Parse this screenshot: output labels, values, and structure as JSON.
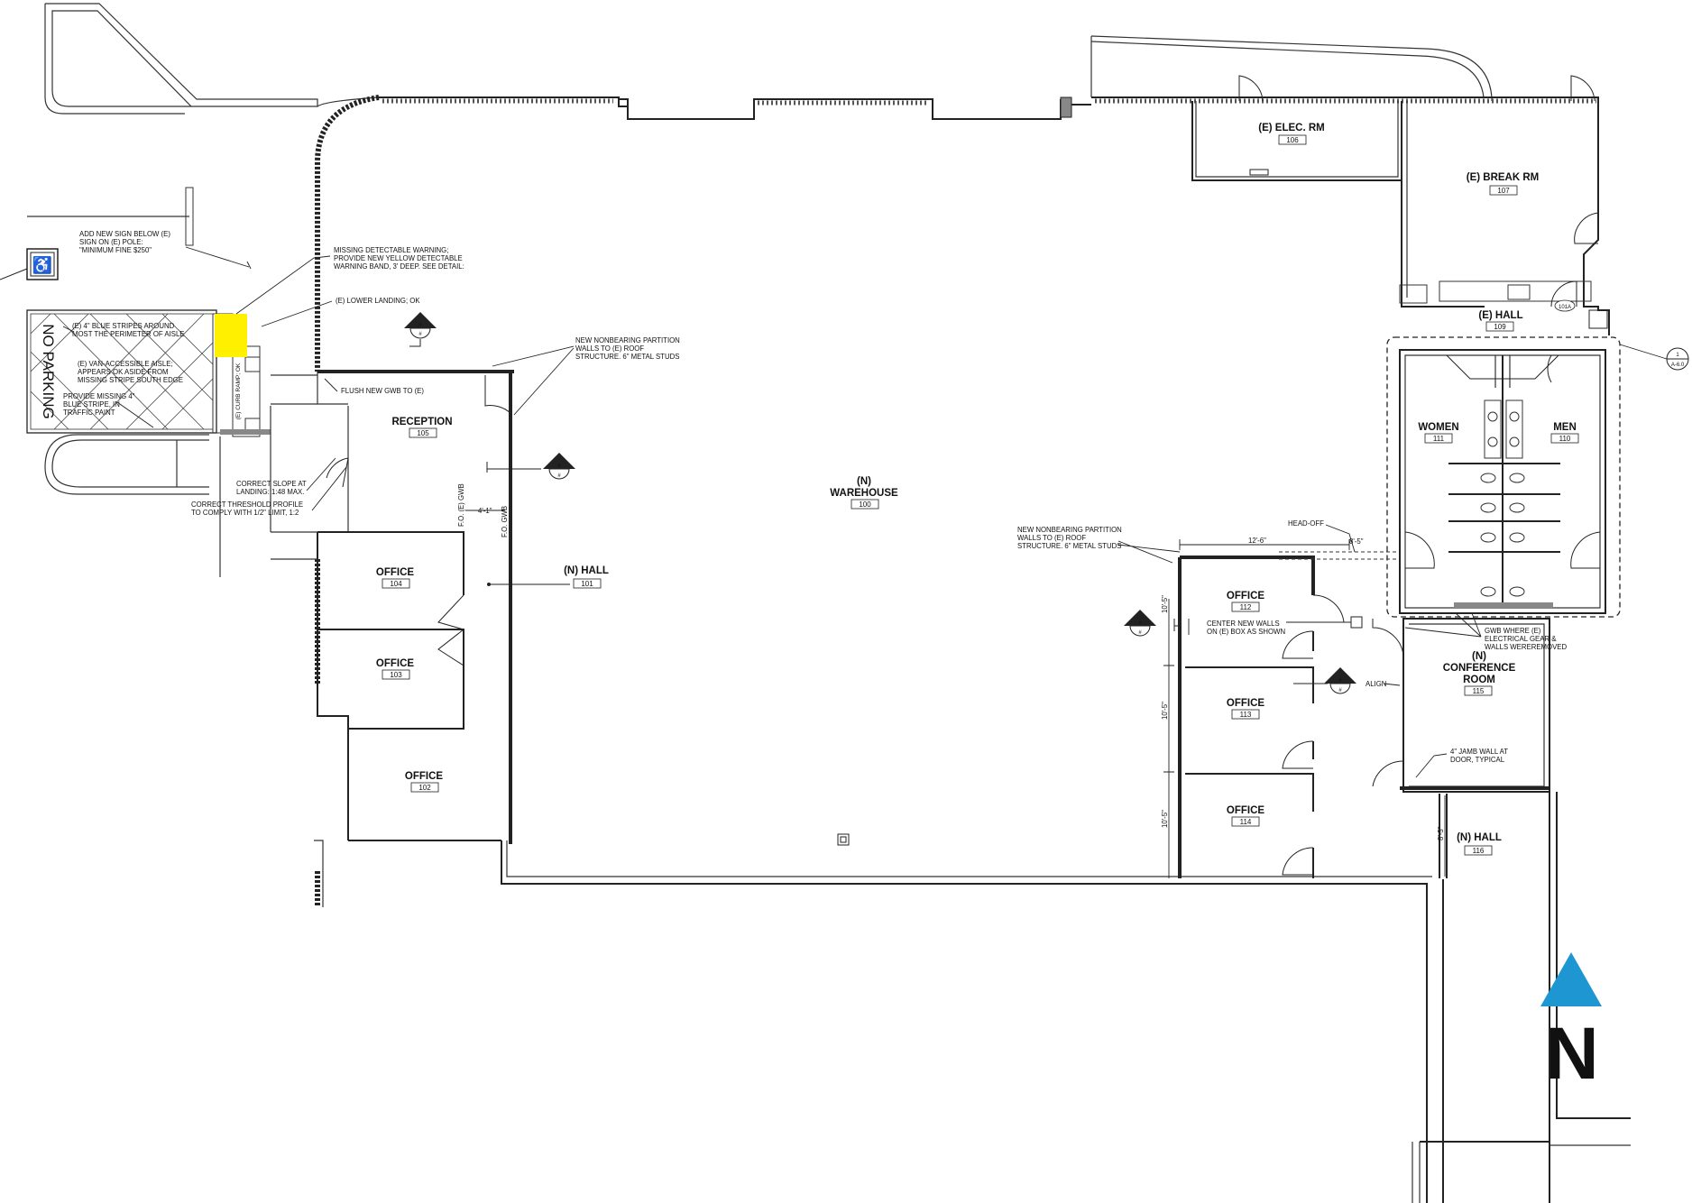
{
  "rooms": [
    {
      "name": "(N)",
      "name2": "WAREHOUSE",
      "num": "100"
    },
    {
      "name": "(N) HALL",
      "num": "101"
    },
    {
      "name": "OFFICE",
      "num": "102"
    },
    {
      "name": "OFFICE",
      "num": "103"
    },
    {
      "name": "OFFICE",
      "num": "104"
    },
    {
      "name": "RECEPTION",
      "num": "105"
    },
    {
      "name": "(E) ELEC. RM",
      "num": "106"
    },
    {
      "name": "(E) BREAK RM",
      "num": "107"
    },
    {
      "name": "(E) HALL",
      "num": "109"
    },
    {
      "name": "MEN",
      "num": "110"
    },
    {
      "name": "WOMEN",
      "num": "111"
    },
    {
      "name": "OFFICE",
      "num": "112"
    },
    {
      "name": "OFFICE",
      "num": "113"
    },
    {
      "name": "OFFICE",
      "num": "114"
    },
    {
      "name": "(N)",
      "name2": "CONFERENCE",
      "name3": "ROOM",
      "num": "115"
    },
    {
      "name": "(N) HALL",
      "num": "116"
    }
  ],
  "notes": {
    "sign": [
      "ADD NEW SIGN BELOW (E)",
      "SIGN ON (E) POLE:",
      "\"MINIMUM FINE $250\""
    ],
    "detectable": [
      "MISSING DETECTABLE WARNING;",
      "PROVIDE NEW YELLOW DETECTABLE",
      "WARNING BAND, 3' DEEP. SEE DETAIL:"
    ],
    "landing": [
      "(E) LOWER LANDING; OK"
    ],
    "stripes": [
      "(E) 4\" BLUE STRIPES AROUND",
      "MOST THE PERIMETER OF AISLE"
    ],
    "aisle": [
      "(E) VAN-ACCESSIBLE AISLE;",
      "APPEARS OK ASIDE FROM",
      "MISSING STRIPE SOUTH EDGE"
    ],
    "provide": [
      "PROVIDE MISSING 4\"",
      "BLUE STRIPE, IN",
      "TRAFFIC PAINT"
    ],
    "partition_a": [
      "NEW NONBEARING PARTITION",
      "WALLS TO (E) ROOF",
      "STRUCTURE. 6\" METAL STUDS"
    ],
    "flush": [
      "FLUSH NEW GWB TO (E)"
    ],
    "slope": [
      "CORRECT SLOPE AT",
      "LANDING: 1:48 MAX."
    ],
    "threshold": [
      "CORRECT THRESHOLD PROFILE",
      "TO COMPLY WITH 1/2\" LIMIT, 1:2"
    ],
    "partition_b": [
      "NEW NONBEARING PARTITION",
      "WALLS TO (E) ROOF",
      "STRUCTURE. 6\" METAL STUDS"
    ],
    "headoff": [
      "HEAD-OFF"
    ],
    "center": [
      "CENTER NEW WALLS",
      "ON (E) BOX AS SHOWN"
    ],
    "align": [
      "ALIGN"
    ],
    "gwb": [
      "GWB WHERE (E)",
      "ELECTRICAL GEAR &",
      "WALLS WEREREMOVED"
    ],
    "jamb": [
      "4\" JAMB WALL AT",
      "DOOR, TYPICAL"
    ]
  },
  "labels": {
    "no_parking": "NO PARKING",
    "curb_ramp": "(E) CURB RAMP; OK",
    "dim_12_6": "12'-6\"",
    "dim_8_5a": "8'-5\"",
    "dim_10_5a": "10'-5\"",
    "dim_10_5b": "10'-5\"",
    "dim_10_5c": "10'-5\"",
    "dim_8_5b": "8'-5\"",
    "dim_4_1": "4'-1\"",
    "fo_gwb": "F.O. GWB",
    "fo_e_gwb": "F.O. (E) GWB",
    "detail_top": "1",
    "detail_bottom": "A-6.0",
    "door_tag": "101A",
    "north": "N"
  },
  "colors": {
    "warning_band": "#FFF000",
    "north_arrow": "#1E96D2"
  },
  "icons": [
    "accessible-sign-icon",
    "north-arrow-icon",
    "section-marker-icon",
    "detail-callout-icon"
  ]
}
